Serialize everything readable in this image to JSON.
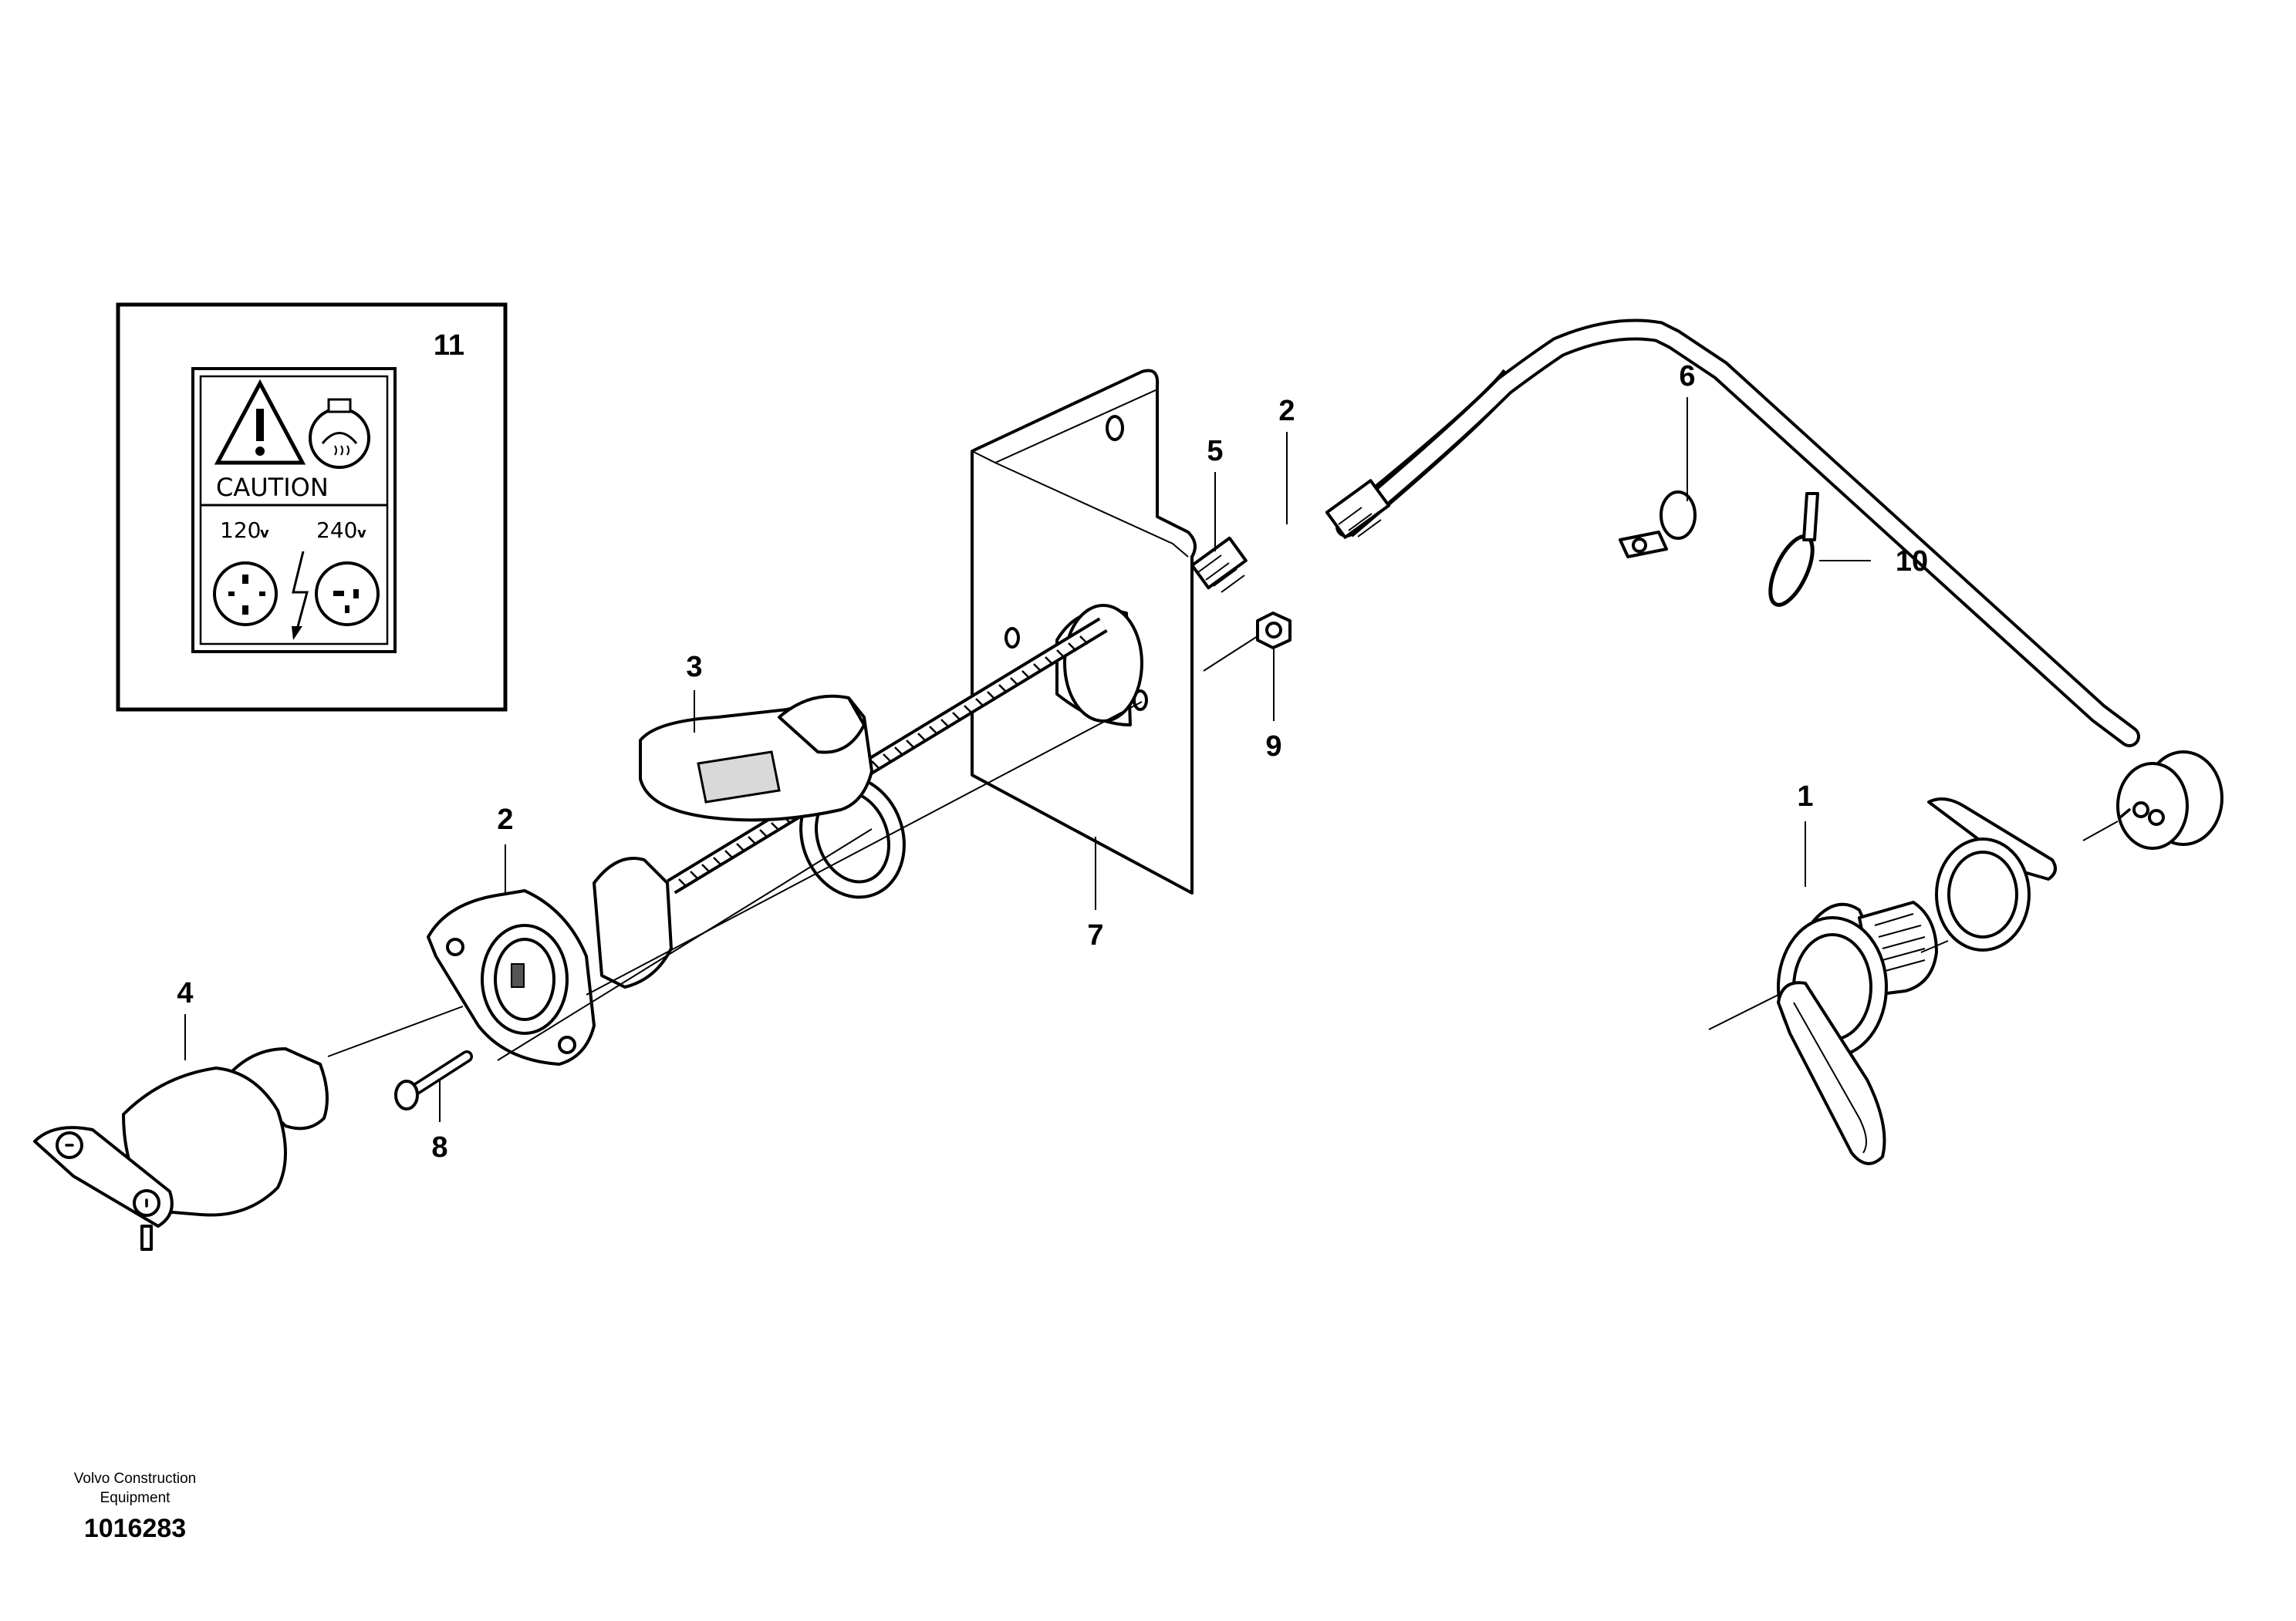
{
  "diagram": {
    "callouts": {
      "c1": "1",
      "c2a": "2",
      "c2b": "2",
      "c3": "3",
      "c4": "4",
      "c5": "5",
      "c6": "6",
      "c7": "7",
      "c8": "8",
      "c9": "9",
      "c10": "10",
      "c11": "11"
    },
    "decal": {
      "caution": "CAUTION",
      "voltage_left": "120",
      "voltage_right": "240",
      "voltage_unit": "v"
    }
  },
  "footer": {
    "brand_line1": "Volvo Construction",
    "brand_line2": "Equipment",
    "drawing_number": "1016283"
  }
}
